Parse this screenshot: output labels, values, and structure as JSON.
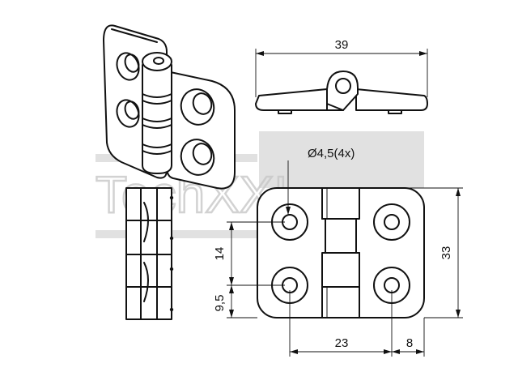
{
  "watermark": {
    "text": "TechXXL"
  },
  "dimensions": {
    "top_width": "39",
    "hole_diameter": "Ø4,5(4x)",
    "hole_spacing_vertical": "14",
    "hole_offset_bottom": "9,5",
    "hole_spacing_horizontal": "23",
    "hole_offset_right": "8",
    "overall_height": "33"
  }
}
